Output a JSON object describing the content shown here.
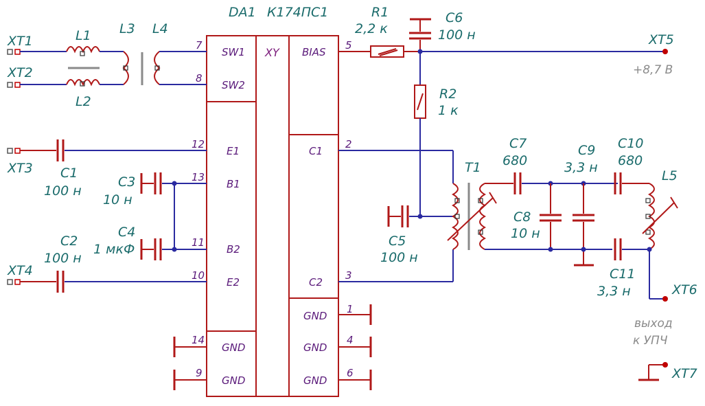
{
  "ic": {
    "ref": "DA1",
    "part": "К174ПС1",
    "core": "XY",
    "pins": {
      "sw1": "SW1",
      "sw2": "SW2",
      "e1": "E1",
      "b1": "B1",
      "b2": "B2",
      "e2": "E2",
      "bias": "BIAS",
      "c1": "C1",
      "c2": "C2",
      "gnd": "GND"
    },
    "pin_numbers": {
      "p7": "7",
      "p8": "8",
      "p12": "12",
      "p13": "13",
      "p11": "11",
      "p10": "10",
      "p14": "14",
      "p9": "9",
      "p5": "5",
      "p2": "2",
      "p3": "3",
      "p1": "1",
      "p4": "4",
      "p6": "6"
    }
  },
  "terminals": {
    "xt1": "XT1",
    "xt2": "XT2",
    "xt3": "XT3",
    "xt4": "XT4",
    "xt5": "XT5",
    "xt6": "XT6",
    "xt7": "XT7"
  },
  "components": {
    "l1": "L1",
    "l2": "L2",
    "l3": "L3",
    "l4": "L4",
    "l5": "L5",
    "t1": "T1",
    "r1": "R1",
    "r1_val": "2,2 к",
    "r2": "R2",
    "r2_val": "1 к",
    "c1": "C1",
    "c1_val": "100 н",
    "c2": "C2",
    "c2_val": "100 н",
    "c3": "C3",
    "c3_val": "10 н",
    "c4": "C4",
    "c4_val": "1 мкФ",
    "c5": "C5",
    "c5_val": "100 н",
    "c6": "C6",
    "c6_val": "100 н",
    "c7": "C7",
    "c7_val": "680",
    "c8": "C8",
    "c8_val": "10 н",
    "c9": "C9",
    "c9_val": "3,3 н",
    "c10": "C10",
    "c10_val": "680",
    "c11": "C11",
    "c11_val": "3,3 н"
  },
  "notes": {
    "supply": "+8,7 В",
    "output_line1": "выход",
    "output_line2": "к УПЧ"
  },
  "colors": {
    "wire": "#2a2aa0",
    "component": "#b01818",
    "label": "#1a6b6b",
    "pin_label": "#5a1a7a",
    "note": "#8a8a8a"
  }
}
